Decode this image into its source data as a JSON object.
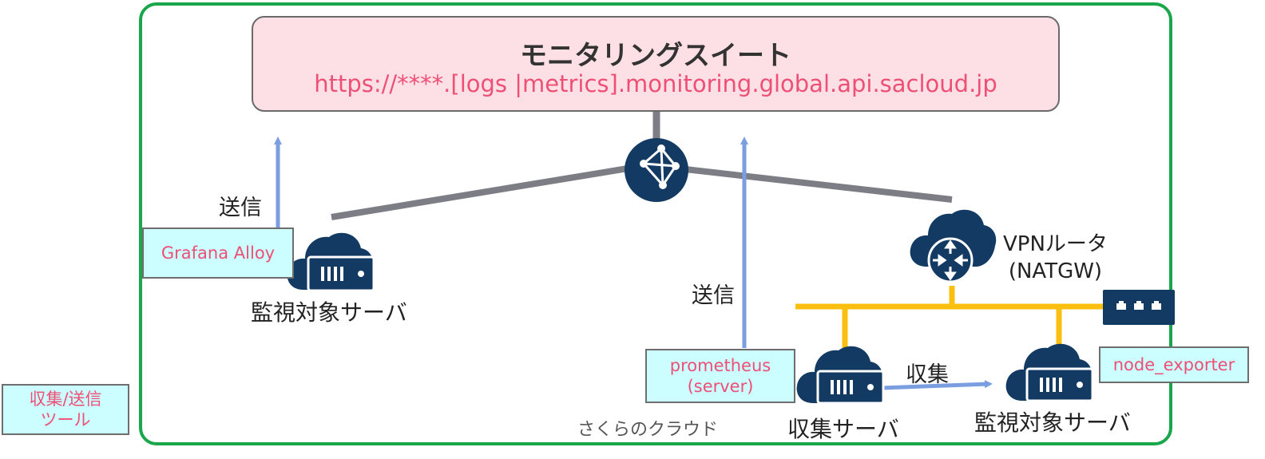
{
  "suite": {
    "title": "モニタリングスイート",
    "url": "https://****.[logs |metrics].monitoring.global.api.sacloud.jp"
  },
  "cloud": {
    "label": "さくらのクラウド"
  },
  "left": {
    "send_label": "送信",
    "tool": "Grafana Alloy",
    "server_label": "監視対象サーバ"
  },
  "middle": {
    "send_label": "送信",
    "tool_line1": "prometheus",
    "tool_line2": "(server)"
  },
  "right": {
    "vpn_line1": "VPNルータ",
    "vpn_line2": "(NATGW)",
    "collect_label": "収集",
    "collector_label": "収集サーバ",
    "target_label": "監視対象サーバ",
    "exporter": "node_exporter"
  },
  "legend": {
    "line1": "収集/送信",
    "line2": "ツール"
  },
  "colors": {
    "frame": "#1aa64a",
    "suite_bg": "#fde0e6",
    "url_text": "#ee4f75",
    "tag_bg": "#ccfdff",
    "icon_navy": "#123a63",
    "wire_gray": "#7d7d85",
    "arrow_blue": "#7a9ee0",
    "switch_yellow": "#fbbf10"
  }
}
